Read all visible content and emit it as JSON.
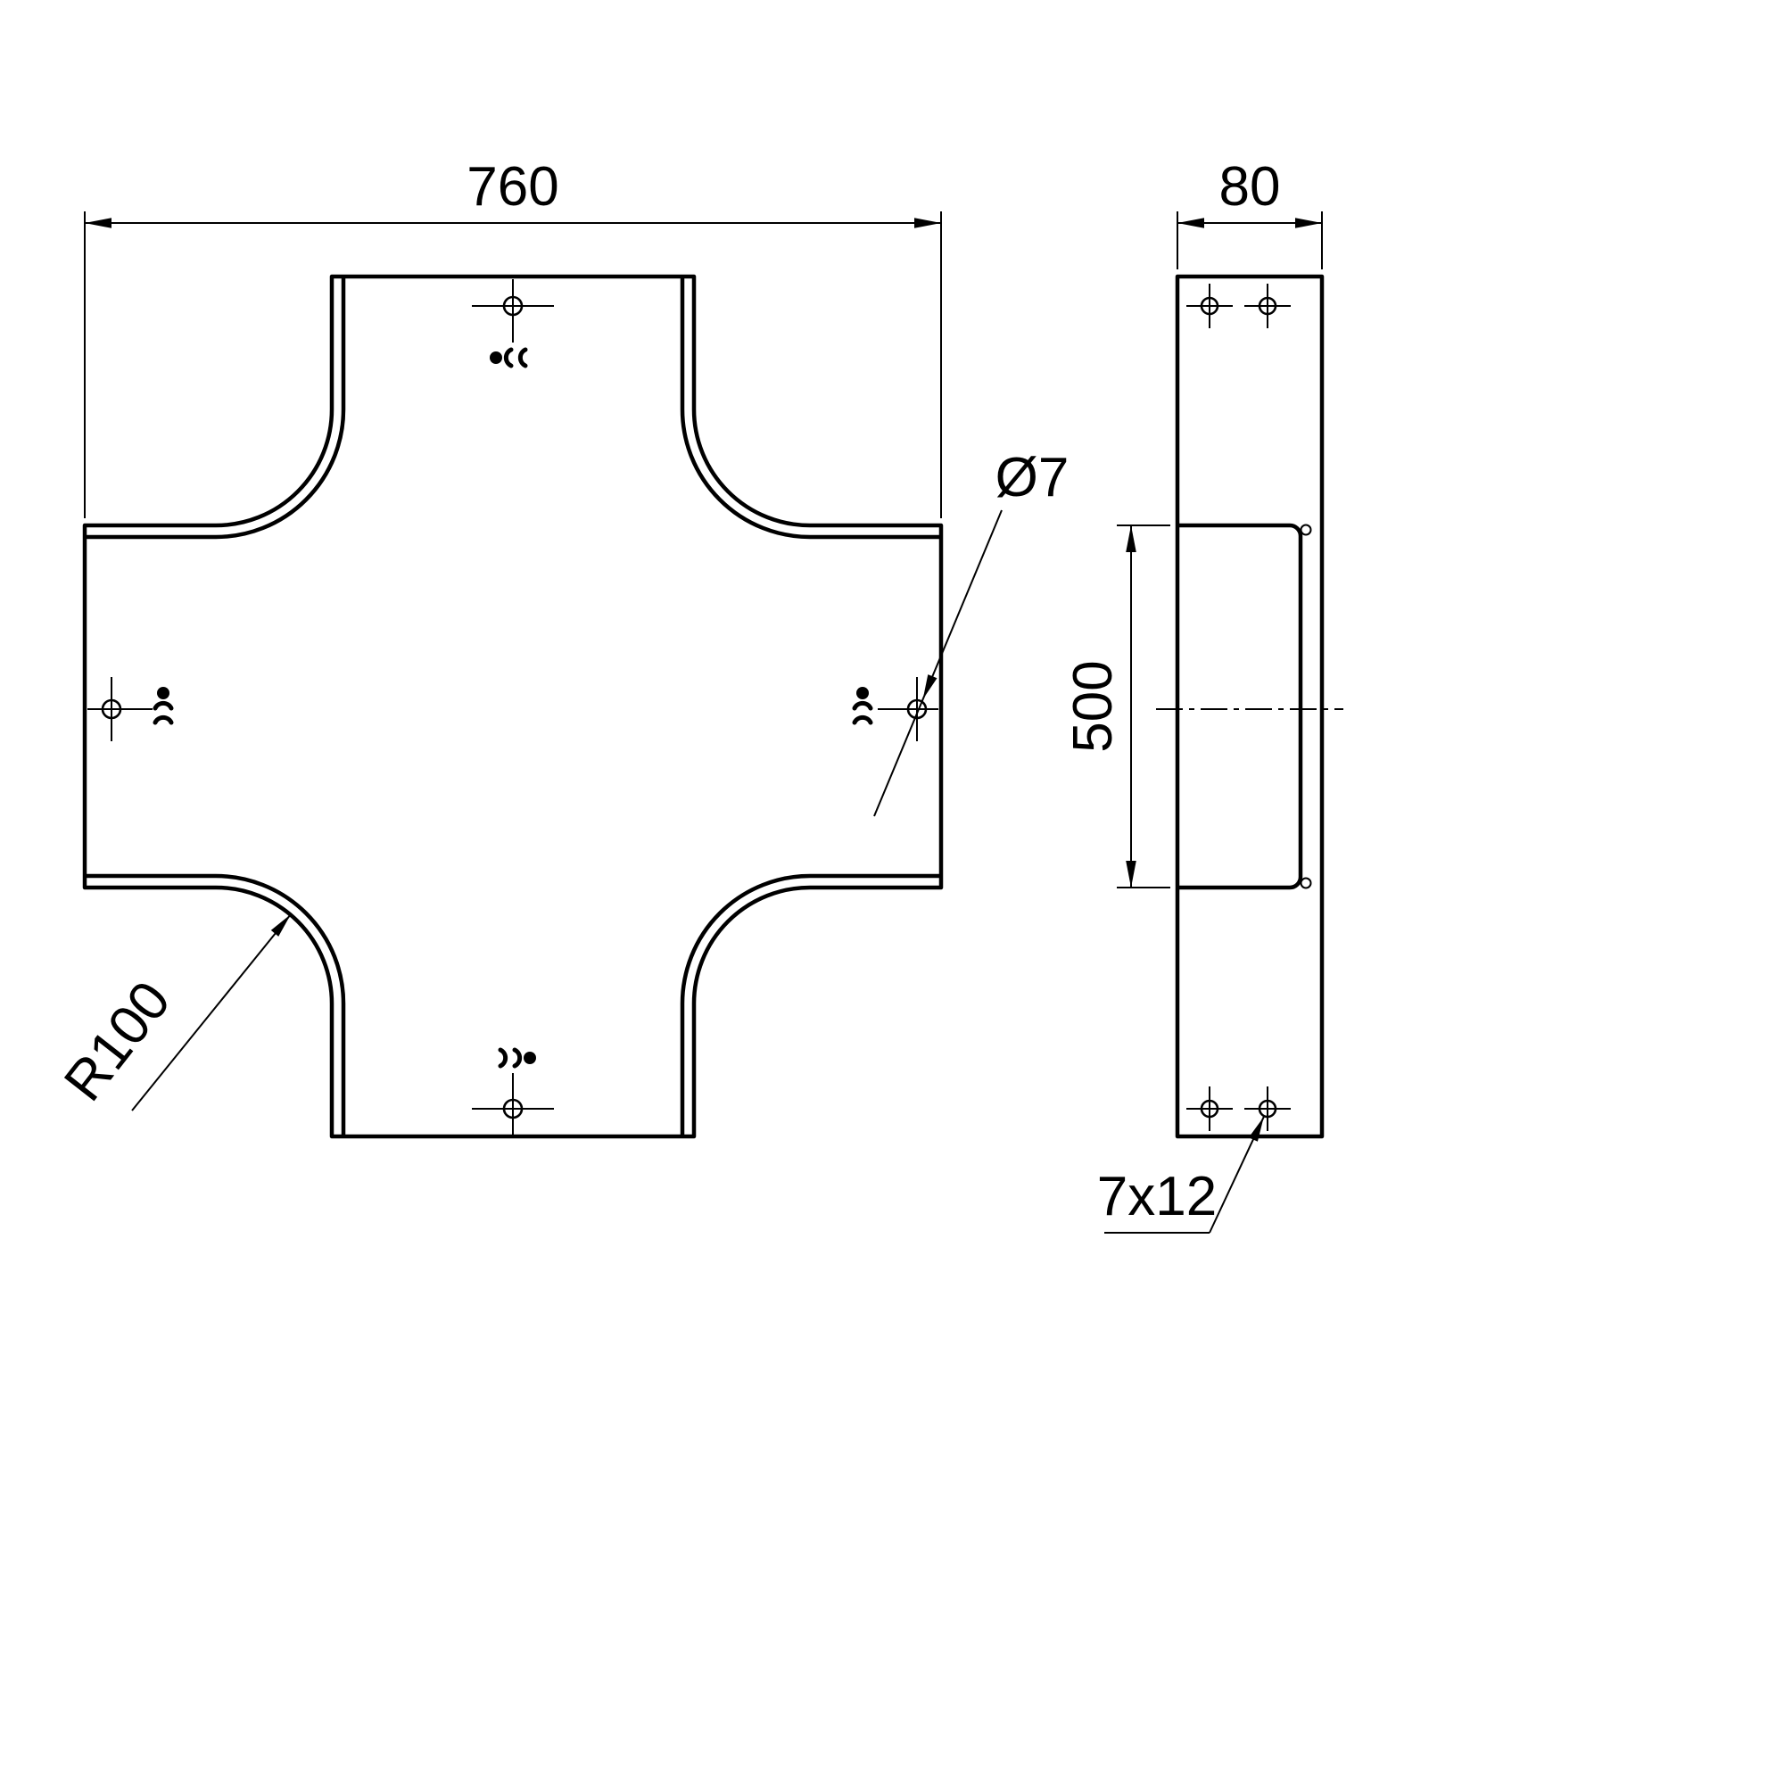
{
  "drawing": {
    "type": "technical-drawing",
    "views": {
      "front_view": {
        "shape": "cross-piece",
        "dimensions": {
          "overall_width": "760",
          "corner_radius": "R100",
          "hole_diameter": "Ø7"
        }
      },
      "side_view": {
        "dimensions": {
          "depth": "80",
          "section_length": "500",
          "slot_size": "7x12"
        }
      }
    },
    "colors": {
      "line": "#000000",
      "background": "#ffffff"
    }
  }
}
